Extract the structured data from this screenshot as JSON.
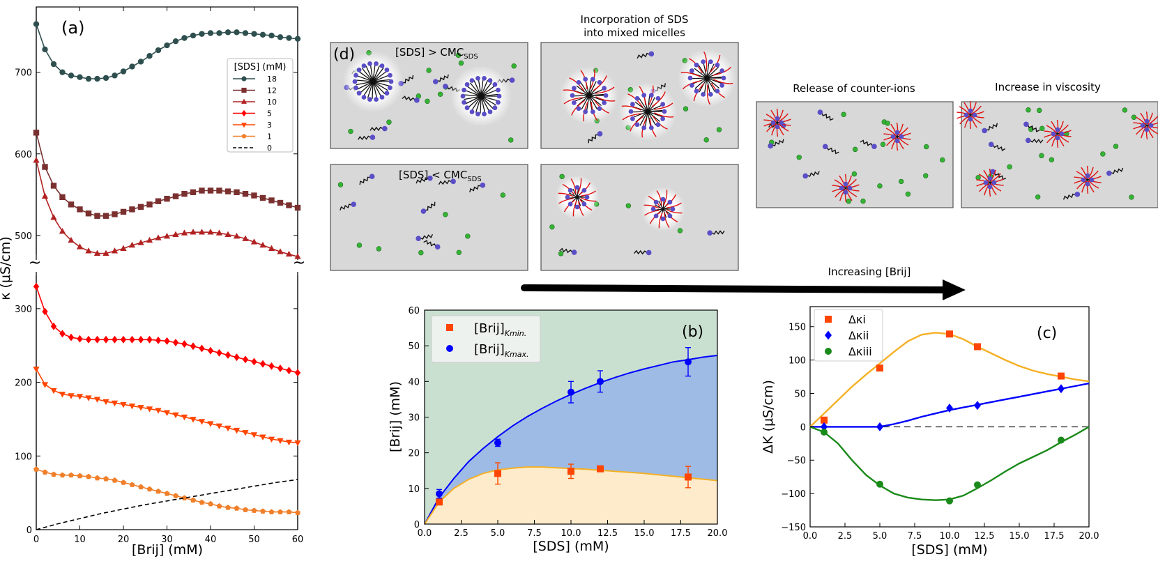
{
  "figure": {
    "arrow_label": "Increasing  [Brij]"
  },
  "chart_data": [
    {
      "panel": "(a)",
      "type": "line",
      "xlabel": "[Brij] (mM)",
      "ylabel": "κ (μS/cm)",
      "xlim": [
        0,
        60
      ],
      "xticks": [
        "0",
        "10",
        "20",
        "30",
        "40",
        "50",
        "60"
      ],
      "broken_y_axis": true,
      "upper_ylim": [
        470,
        780
      ],
      "upper_yticks": [
        "500",
        "600",
        "700"
      ],
      "lower_ylim": [
        0,
        350
      ],
      "lower_yticks": [
        "0",
        "100",
        "200",
        "300"
      ],
      "legend_title": "[SDS] (mM)",
      "legend_position": "upper-right",
      "grid": false,
      "series": [
        {
          "name": "18",
          "color": "#2f4f4f",
          "marker": "circle",
          "segment": "upper",
          "x": [
            0,
            2,
            4,
            6,
            8,
            10,
            12,
            14,
            16,
            18,
            20,
            22,
            24,
            26,
            28,
            30,
            32,
            34,
            36,
            38,
            40,
            42,
            44,
            46,
            48,
            50,
            52,
            54,
            56,
            58,
            60
          ],
          "y": [
            759,
            728,
            710,
            700,
            696,
            694,
            692,
            692,
            693,
            696,
            701,
            707,
            713,
            720,
            727,
            733,
            738,
            742,
            745,
            747,
            748,
            748,
            749,
            749,
            748,
            747,
            746,
            745,
            743,
            742,
            741
          ]
        },
        {
          "name": "12",
          "color": "#7b3030",
          "marker": "square",
          "segment": "upper",
          "x": [
            0,
            2,
            4,
            6,
            8,
            10,
            12,
            14,
            16,
            18,
            20,
            22,
            24,
            26,
            28,
            30,
            32,
            34,
            36,
            38,
            40,
            42,
            44,
            46,
            48,
            50,
            52,
            54,
            56,
            58,
            60
          ],
          "y": [
            626,
            584,
            561,
            547,
            538,
            532,
            527,
            524,
            524,
            526,
            529,
            532,
            535,
            538,
            542,
            545,
            548,
            551,
            553,
            555,
            555,
            555,
            554,
            553,
            551,
            549,
            546,
            543,
            540,
            537,
            534
          ]
        },
        {
          "name": "10",
          "color": "#b22222",
          "marker": "triangle-up",
          "segment": "upper",
          "x": [
            0,
            2,
            4,
            6,
            8,
            10,
            12,
            14,
            16,
            18,
            20,
            22,
            24,
            26,
            28,
            30,
            32,
            34,
            36,
            38,
            40,
            42,
            44,
            46,
            48,
            50,
            52,
            54,
            56,
            58,
            60
          ],
          "y": [
            592,
            548,
            522,
            505,
            494,
            486,
            481,
            478,
            478,
            481,
            484,
            488,
            491,
            494,
            497,
            499,
            501,
            503,
            504,
            504,
            504,
            503,
            501,
            499,
            496,
            492,
            488,
            484,
            480,
            477,
            474
          ]
        },
        {
          "name": "5",
          "color": "#ff0000",
          "marker": "diamond",
          "segment": "lower",
          "x": [
            0,
            2,
            4,
            6,
            8,
            10,
            12,
            14,
            16,
            18,
            20,
            22,
            24,
            26,
            28,
            30,
            32,
            34,
            36,
            38,
            40,
            42,
            44,
            46,
            48,
            50,
            52,
            54,
            56,
            58,
            60
          ],
          "y": [
            330,
            296,
            276,
            266,
            261,
            259,
            258,
            258,
            258,
            258,
            258,
            258,
            258,
            258,
            257,
            256,
            254,
            252,
            249,
            246,
            243,
            240,
            237,
            234,
            231,
            228,
            225,
            222,
            219,
            216,
            213
          ]
        },
        {
          "name": "3",
          "color": "#ff4500",
          "marker": "triangle-down",
          "segment": "lower",
          "x": [
            0,
            2,
            4,
            6,
            8,
            10,
            12,
            14,
            16,
            18,
            20,
            22,
            24,
            26,
            28,
            30,
            32,
            34,
            36,
            38,
            40,
            42,
            44,
            46,
            48,
            50,
            52,
            54,
            56,
            58,
            60
          ],
          "y": [
            218,
            197,
            189,
            184,
            182,
            181,
            179,
            177,
            174,
            172,
            170,
            168,
            166,
            164,
            162,
            159,
            156,
            153,
            150,
            147,
            144,
            141,
            138,
            135,
            132,
            129,
            126,
            123,
            121,
            119,
            118
          ]
        },
        {
          "name": "1",
          "color": "#f07f2a",
          "marker": "pentagon",
          "segment": "lower",
          "x": [
            0,
            2,
            4,
            6,
            8,
            10,
            12,
            14,
            16,
            18,
            20,
            22,
            24,
            26,
            28,
            30,
            32,
            34,
            36,
            38,
            40,
            42,
            44,
            46,
            48,
            50,
            52,
            54,
            56,
            58,
            60
          ],
          "y": [
            82,
            78,
            75,
            74,
            74,
            73,
            72,
            70,
            69,
            67,
            64,
            61,
            58,
            55,
            52,
            49,
            46,
            43,
            40,
            37,
            35,
            32,
            30,
            29,
            27,
            26,
            25,
            24,
            24,
            24,
            23
          ]
        },
        {
          "name": "0",
          "color": "#000000",
          "marker": "none",
          "dashed": true,
          "segment": "lower",
          "x": [
            0,
            5,
            10,
            15,
            20,
            25,
            30,
            35,
            40,
            45,
            50,
            55,
            60
          ],
          "y": [
            0,
            8,
            15,
            22,
            28,
            34,
            39,
            44,
            49,
            54,
            59,
            64,
            68
          ]
        }
      ]
    },
    {
      "panel": "(b)",
      "type": "scatter",
      "xlabel": "[SDS] (mM)",
      "ylabel": "[Brij] (mM)",
      "xlim": [
        0,
        20
      ],
      "ylim": [
        0,
        60
      ],
      "xticks": [
        "0.0",
        "2.5",
        "5.0",
        "7.5",
        "10.0",
        "12.5",
        "15.0",
        "17.5",
        "20.0"
      ],
      "yticks": [
        "0",
        "10",
        "20",
        "30",
        "40",
        "50",
        "60"
      ],
      "legend_position": "upper-left",
      "region_colors": {
        "top": "#c9e0d1",
        "middle": "#9dbbe4",
        "bottom": "#fdebcb"
      },
      "series": [
        {
          "name": "[Brij]",
          "subscript": "Kmin.",
          "color": "#ff4500",
          "marker": "square",
          "x": [
            1,
            5,
            10,
            12,
            18
          ],
          "y": [
            6.2,
            14.2,
            14.8,
            15.5,
            13.2
          ],
          "err": [
            0.8,
            3.0,
            2.0,
            0.8,
            3.0
          ]
        },
        {
          "name": "[Brij]",
          "subscript": "Kmax.",
          "color": "#0000ff",
          "marker": "circle",
          "x": [
            1,
            5,
            10,
            12,
            18
          ],
          "y": [
            8.5,
            22.8,
            37,
            40,
            45.5
          ],
          "err": [
            1.2,
            1.0,
            3.0,
            3.0,
            4.0
          ]
        }
      ],
      "fit_curves": [
        {
          "color": "#0000ff",
          "x": [
            0,
            1,
            2,
            3,
            4,
            5,
            6,
            7,
            8,
            9,
            10,
            11,
            12,
            13,
            14,
            15,
            16,
            17,
            18,
            19,
            20
          ],
          "y": [
            0,
            7.5,
            12.8,
            17.5,
            21.2,
            24.5,
            27.5,
            30.1,
            32.4,
            34.5,
            36.4,
            38.1,
            39.7,
            41.1,
            42.4,
            43.5,
            44.5,
            45.5,
            46.1,
            46.8,
            47.3
          ]
        },
        {
          "color": "#f5b025",
          "x": [
            0,
            1,
            2,
            3,
            4,
            5,
            6,
            7,
            8,
            9,
            10,
            11,
            12,
            13,
            14,
            15,
            16,
            17,
            18,
            19,
            20
          ],
          "y": [
            0,
            6.2,
            10.0,
            12.5,
            14.2,
            15.2,
            15.7,
            16.0,
            16.0,
            15.8,
            15.6,
            15.4,
            15.1,
            14.8,
            14.5,
            14.2,
            13.8,
            13.4,
            13.0,
            12.6,
            12.2
          ]
        }
      ]
    },
    {
      "panel": "(c)",
      "type": "scatter",
      "xlabel": "[SDS] (mM)",
      "ylabel": "ΔK (μS/cm)",
      "xlim": [
        0,
        20
      ],
      "ylim": [
        -150,
        180
      ],
      "xticks": [
        "0.0",
        "2.5",
        "5.0",
        "7.5",
        "10.0",
        "12.5",
        "15.0",
        "17.5",
        "20.0"
      ],
      "yticks": [
        "−150",
        "−100",
        "−50",
        "0",
        "50",
        "100",
        "150"
      ],
      "legend_position": "upper-left",
      "zero_line": "dashed",
      "series": [
        {
          "name": "Δκi",
          "color": "#ff4500",
          "marker": "square",
          "x": [
            1,
            5,
            10,
            12,
            18
          ],
          "y": [
            10,
            88,
            139,
            120,
            76
          ]
        },
        {
          "name": "Δκii",
          "color": "#0000ff",
          "marker": "diamond",
          "x": [
            1,
            5,
            10,
            12,
            18
          ],
          "y": [
            0,
            0,
            28,
            32,
            57
          ]
        },
        {
          "name": "Δκiii",
          "color": "#1a8a1a",
          "marker": "circle",
          "x": [
            1,
            5,
            10,
            12,
            18
          ],
          "y": [
            -8,
            -86,
            -111,
            -87,
            -20
          ]
        }
      ],
      "fit_curves": [
        {
          "color": "#f5b025",
          "x": [
            0,
            1,
            2,
            3,
            4,
            5,
            6,
            7,
            8,
            9,
            10,
            11,
            12,
            13,
            14,
            15,
            16,
            17,
            18,
            19,
            20
          ],
          "y": [
            0,
            20,
            40,
            60,
            78,
            95,
            112,
            128,
            138,
            141,
            139,
            131,
            120,
            110,
            100,
            91,
            84,
            79,
            75,
            71,
            68
          ]
        },
        {
          "color": "#0000ff",
          "x": [
            0,
            1,
            2,
            3,
            4,
            5,
            6,
            7,
            8,
            9,
            10,
            11,
            12,
            13,
            14,
            15,
            16,
            17,
            18,
            19,
            20
          ],
          "y": [
            0,
            0,
            0,
            0,
            0,
            0,
            4,
            9,
            15,
            20,
            25,
            29,
            33,
            37,
            41,
            45,
            49,
            53,
            57,
            61,
            65
          ]
        },
        {
          "color": "#1a8a1a",
          "x": [
            0,
            1,
            2,
            3,
            4,
            5,
            6,
            7,
            8,
            9,
            10,
            11,
            12,
            13,
            14,
            15,
            16,
            17,
            18,
            19,
            20
          ],
          "y": [
            0,
            -8,
            -25,
            -50,
            -72,
            -88,
            -100,
            -106,
            -109,
            -110,
            -109,
            -103,
            -92,
            -80,
            -67,
            -55,
            -45,
            -35,
            -23,
            -12,
            0
          ]
        }
      ]
    }
  ],
  "schematic": {
    "panel": "(d)",
    "headings": {
      "mixed_1": "Incorporation of SDS",
      "mixed_2": "into mixed micelles",
      "release": "Release of counter-ions",
      "viscosity": "Increase in viscosity"
    },
    "box_labels": {
      "above_main": "[SDS] > CMC",
      "above_sub": "SDS",
      "below_main": "[SDS] < CMC",
      "below_sub": "SDS"
    },
    "colors": {
      "box_fill": "#d8d8d8",
      "box_border": "#555555",
      "ion": "#35b335",
      "head": "#5a4ec6",
      "brij_tail": "#e01010",
      "sds_tail": "#111111"
    }
  }
}
